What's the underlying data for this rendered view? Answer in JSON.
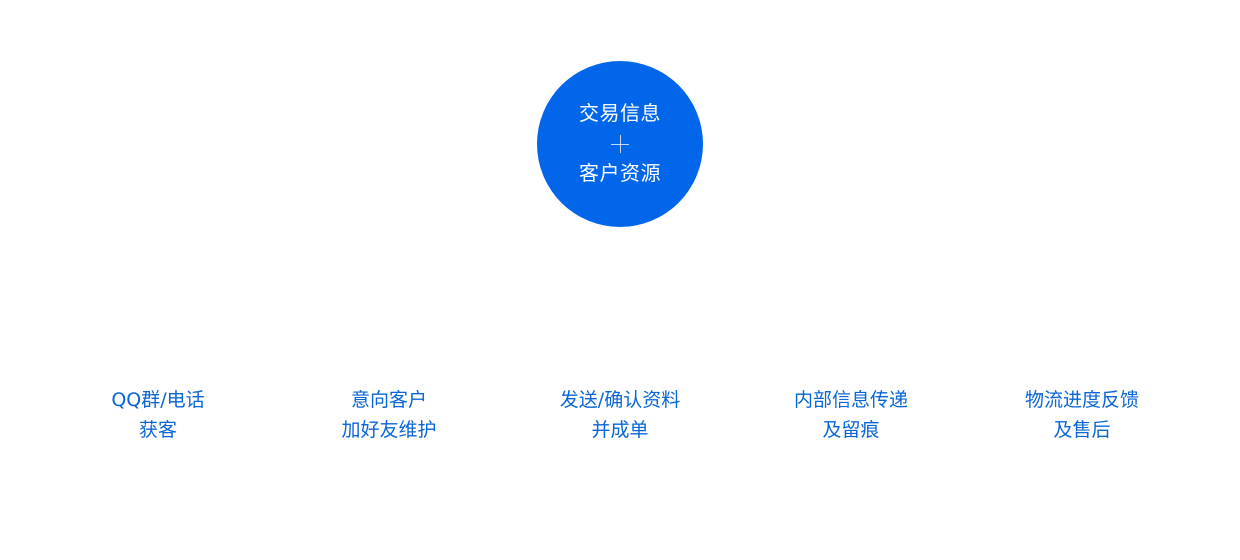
{
  "hub": {
    "line1": "交易信息",
    "line2": "客户资源",
    "color": "#0266ea"
  },
  "steps": [
    {
      "line1": "QQ群/电话",
      "line2": "获客"
    },
    {
      "line1": "意向客户",
      "line2": "加好友维护"
    },
    {
      "line1": "发送/确认资料",
      "line2": "并成单"
    },
    {
      "line1": "内部信息传递",
      "line2": "及留痕"
    },
    {
      "line1": "物流进度反馈",
      "line2": "及售后"
    }
  ],
  "text_color": "#0a66d6"
}
